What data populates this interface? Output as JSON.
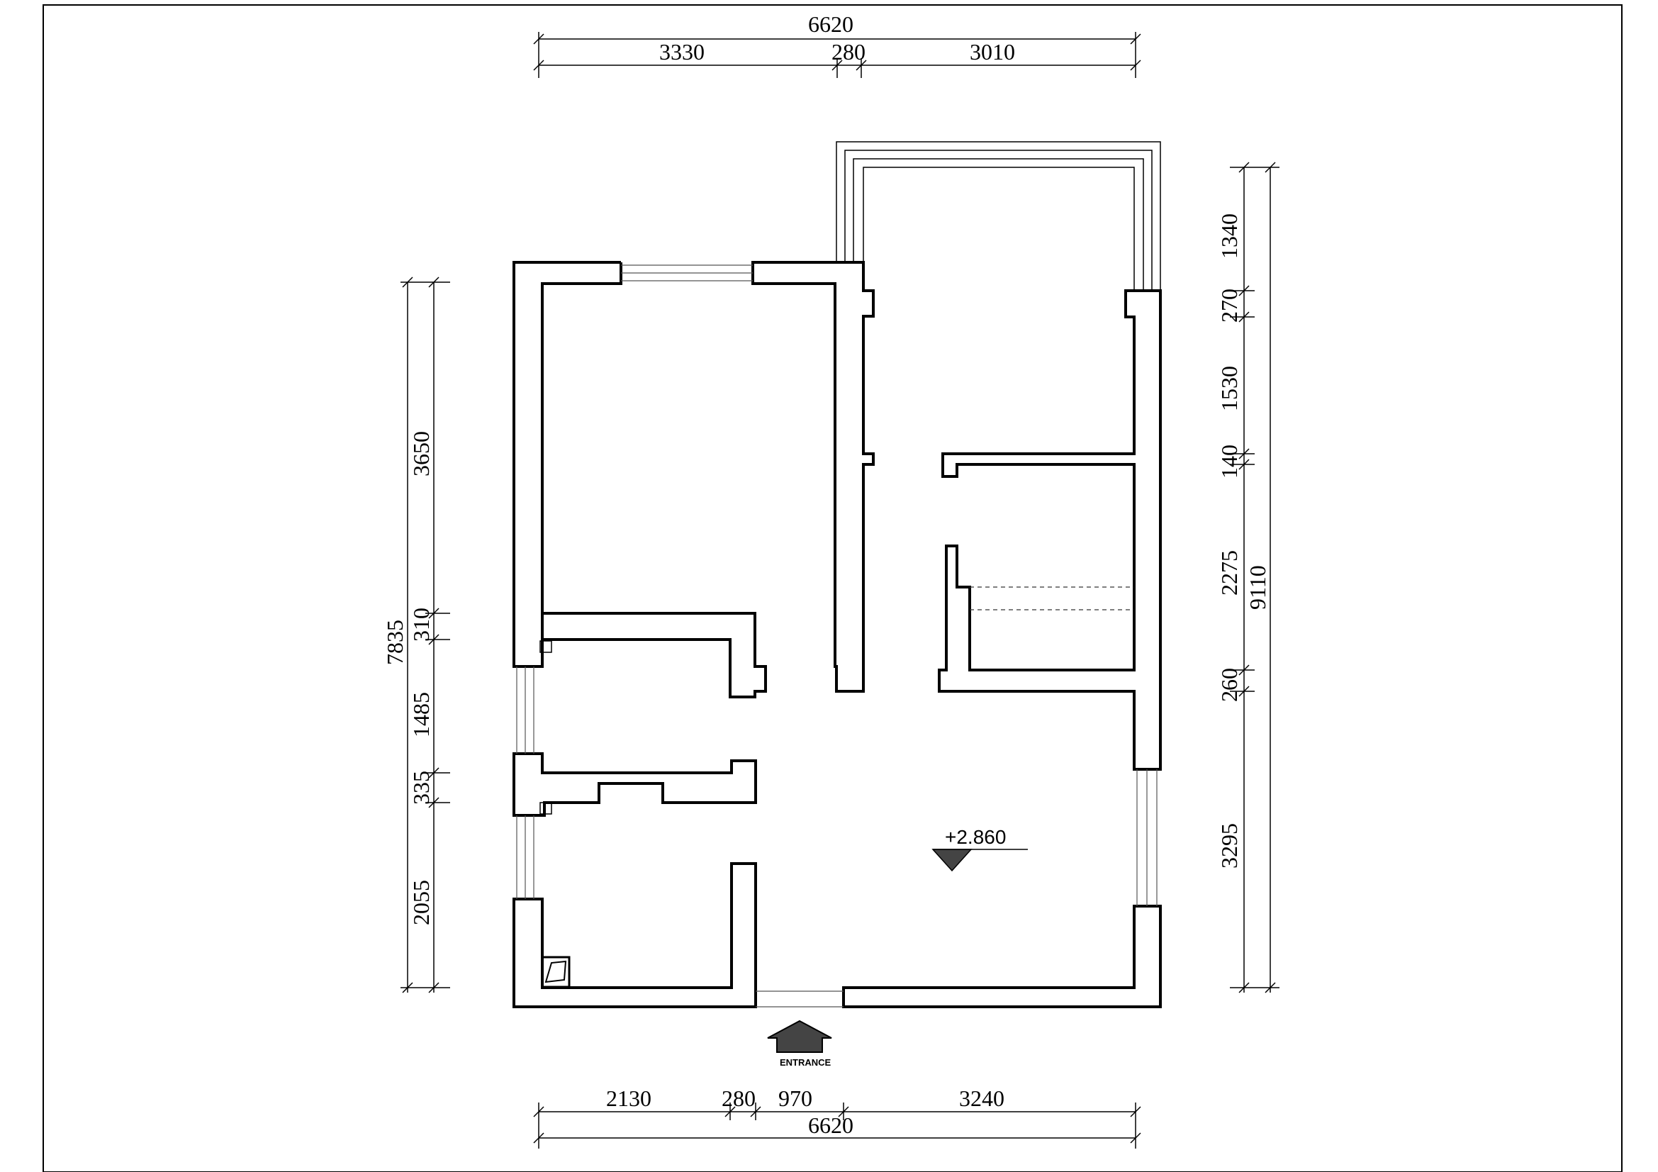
{
  "drawing": {
    "level_mark": "+2.860",
    "entrance_label": "ENTRANCE",
    "top_dims": {
      "total": "6620",
      "segments": [
        "3330",
        "280",
        "3010"
      ]
    },
    "bottom_dims": {
      "total": "6620",
      "segments": [
        "2130",
        "280",
        "970",
        "3240"
      ]
    },
    "left_dims": {
      "total": "7835",
      "segments": [
        "3650",
        "310",
        "1485",
        "335",
        "2055"
      ]
    },
    "right_dims": {
      "total": "9110",
      "segments": [
        "1340",
        "270",
        "1530",
        "140",
        "2275",
        "260",
        "3295"
      ]
    }
  }
}
